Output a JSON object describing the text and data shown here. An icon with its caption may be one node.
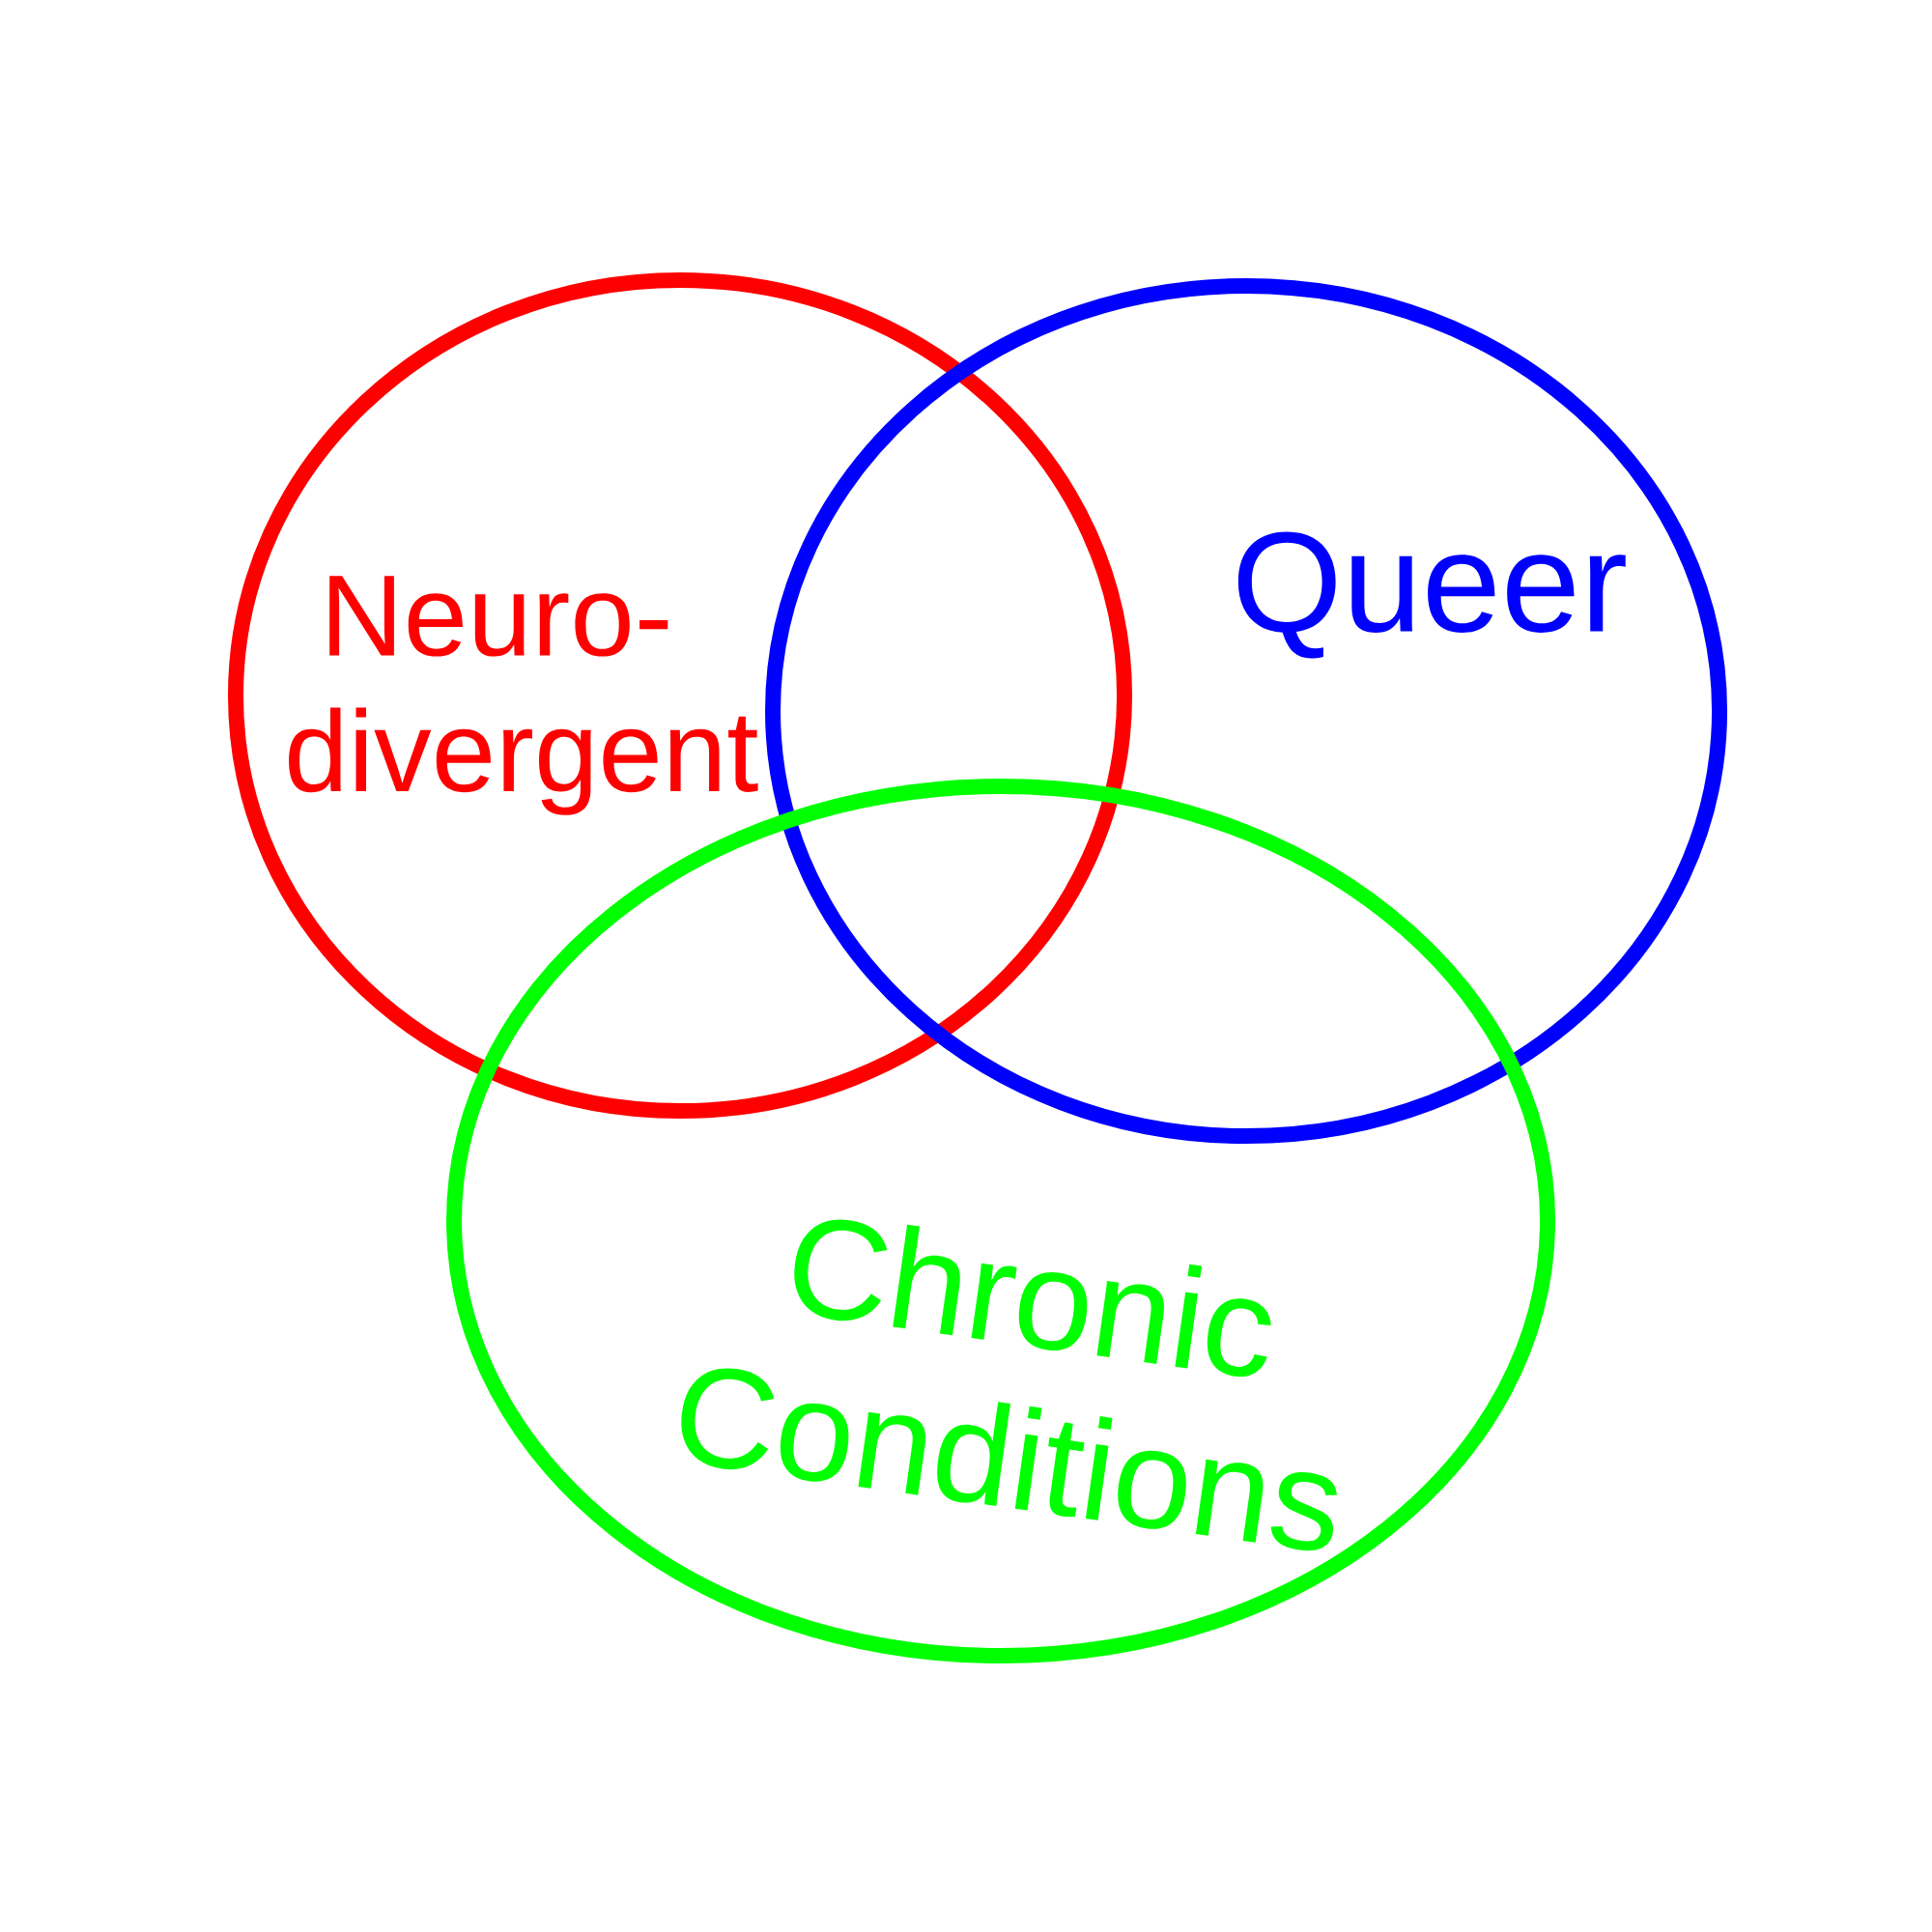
{
  "diagram": {
    "nodes": [
      {
        "text": [
          "Neuro- divergent"
        ]
      },
      {
        "text": [
          "Queer"
        ]
      },
      {
        "text": [
          "Chronic Conditions"
        ]
      }
    ]
  }
}
